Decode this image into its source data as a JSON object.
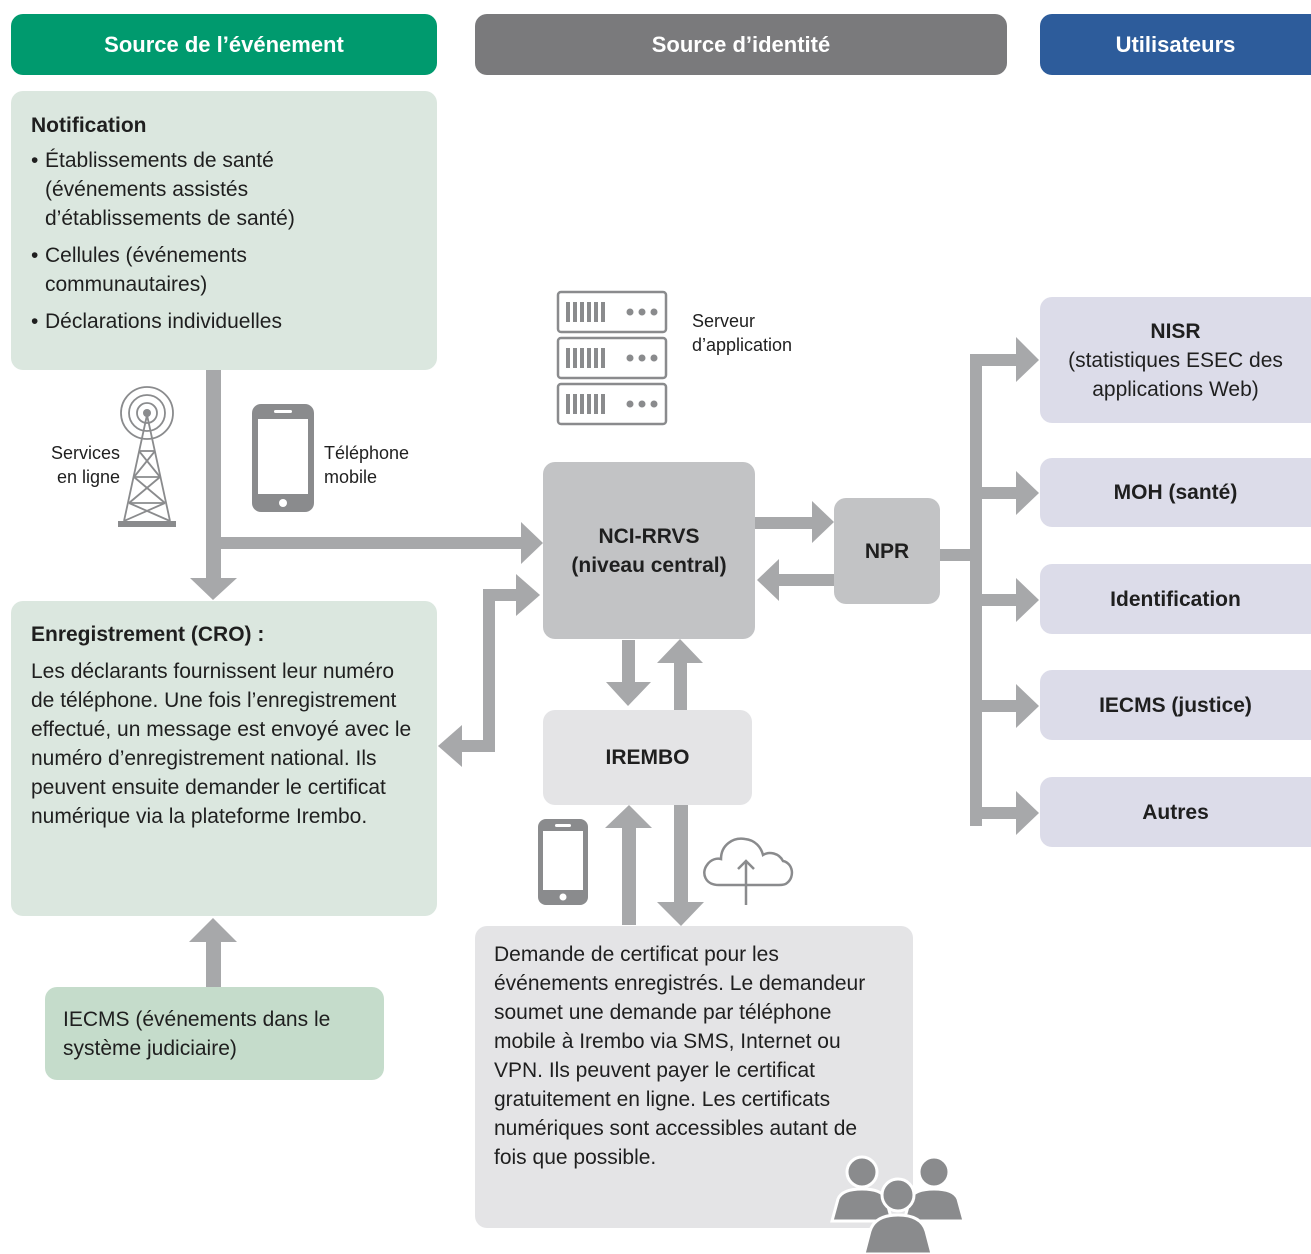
{
  "headers": {
    "source_event": "Source de l’événement",
    "source_identity": "Source d’identité",
    "users": "Utilisateurs"
  },
  "notification": {
    "title": "Notification",
    "items": [
      "Établissements de santé (événements assistés d’établissements de santé)",
      "Cellules (événements communautaires)",
      "Déclarations individuelles"
    ]
  },
  "channels": {
    "online_services": "Services en ligne",
    "mobile_phone": "Téléphone mobile",
    "app_server": "Serveur d’application"
  },
  "registration": {
    "title": "Enregistrement (CRO) :",
    "body": "Les déclarants fournissent leur numéro de téléphone. Une fois l’enregistrement effectué, un message est envoyé avec le numéro d’enregistrement national. Ils peuvent ensuite demander le certificat numérique via la plateforme Irembo."
  },
  "iecms_source": "IECMS (événements dans le système judiciaire)",
  "nodes": {
    "nci_rrvs_line1": "NCI-RRVS",
    "nci_rrvs_line2": "(niveau central)",
    "npr": "NPR",
    "irembo": "IREMBO"
  },
  "certificate_request": "Demande de certificat pour les événements enregistrés. Le demandeur soumet une demande par téléphone mobile à Irembo via SMS, Internet ou VPN. Ils peuvent payer le certificat gratuitement en ligne. Les certificats numériques sont accessibles autant de fois que possible.",
  "users": {
    "nisr_title": "NISR",
    "nisr_sub": "(statistiques ESEC des applications Web)",
    "moh": "MOH (santé)",
    "identification": "Identification",
    "iecms_justice": "IECMS (justice)",
    "autres": "Autres"
  },
  "colors": {
    "green_header": "#009a6e",
    "grey_header": "#7a7a7c",
    "blue_header": "#2d5c9b",
    "arrow": "#a7a8aa"
  }
}
